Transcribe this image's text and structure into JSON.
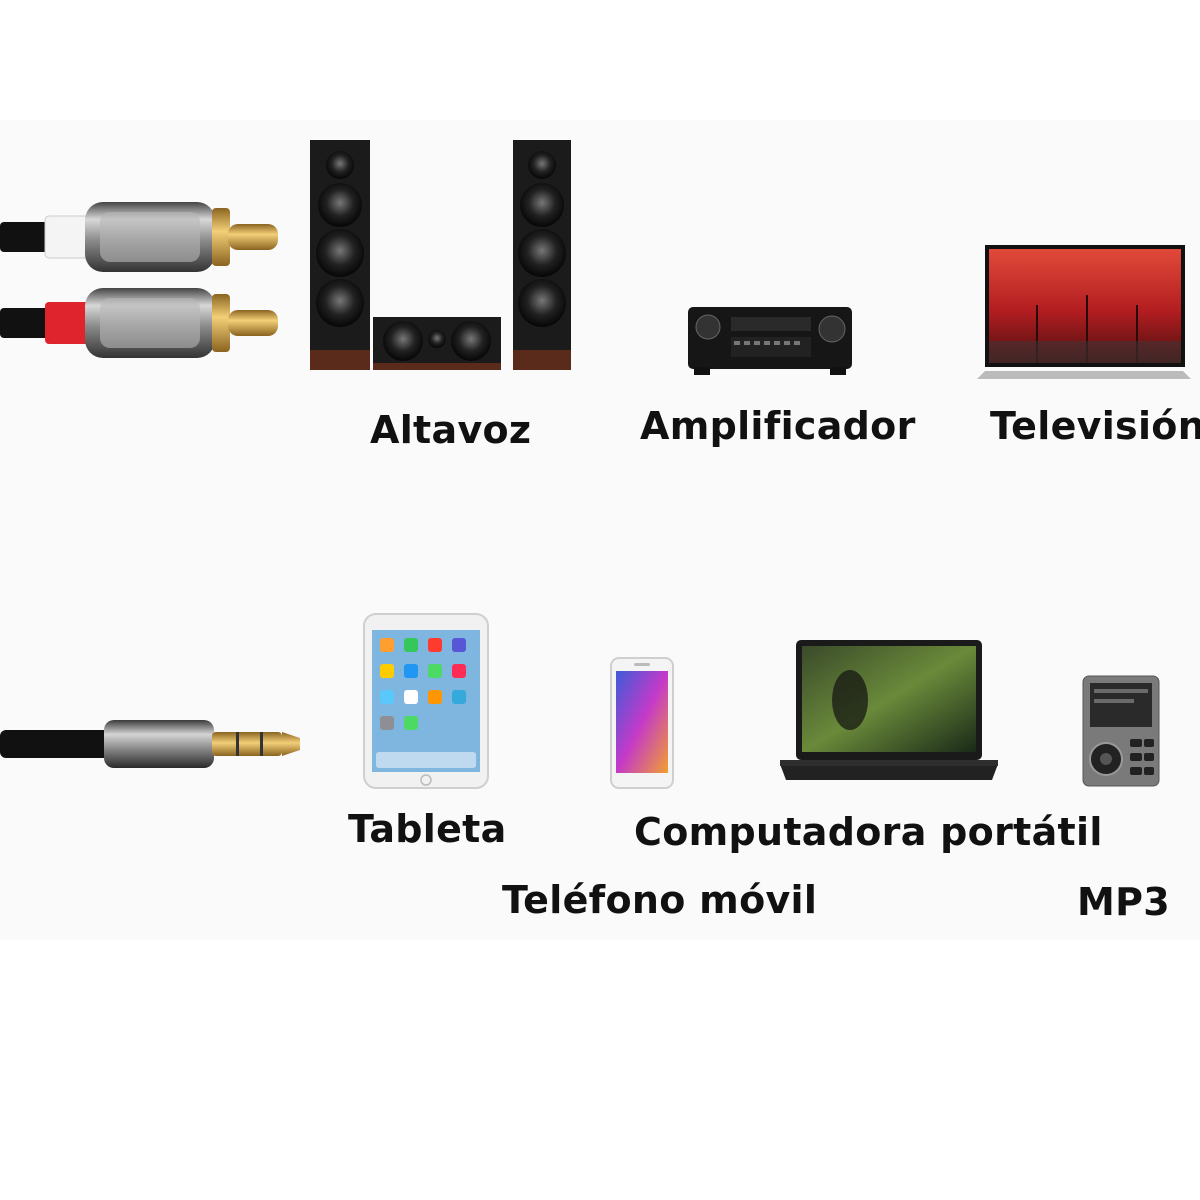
{
  "labels": {
    "speaker": "Altavoz",
    "amplifier": "Amplificador",
    "television": "Televisión",
    "tablet": "Tableta",
    "laptop": "Computadora portátil",
    "phone": "Teléfono móvil",
    "mp3": "MP3"
  },
  "colors": {
    "cable": "#111111",
    "plug_white": "#f4f4f4",
    "plug_red": "#e0242d",
    "gold": "#d9a640",
    "metal": "#9a9a9a",
    "tv_screen": "#c0282a"
  },
  "icons": {
    "rca_cable": "rca-cable-icon",
    "aux_cable": "aux-cable-icon",
    "speaker": "speaker-set-icon",
    "amplifier": "amplifier-icon",
    "television": "television-icon",
    "tablet": "tablet-icon",
    "phone": "phone-icon",
    "laptop": "laptop-icon",
    "mp3": "mp3-player-icon"
  }
}
